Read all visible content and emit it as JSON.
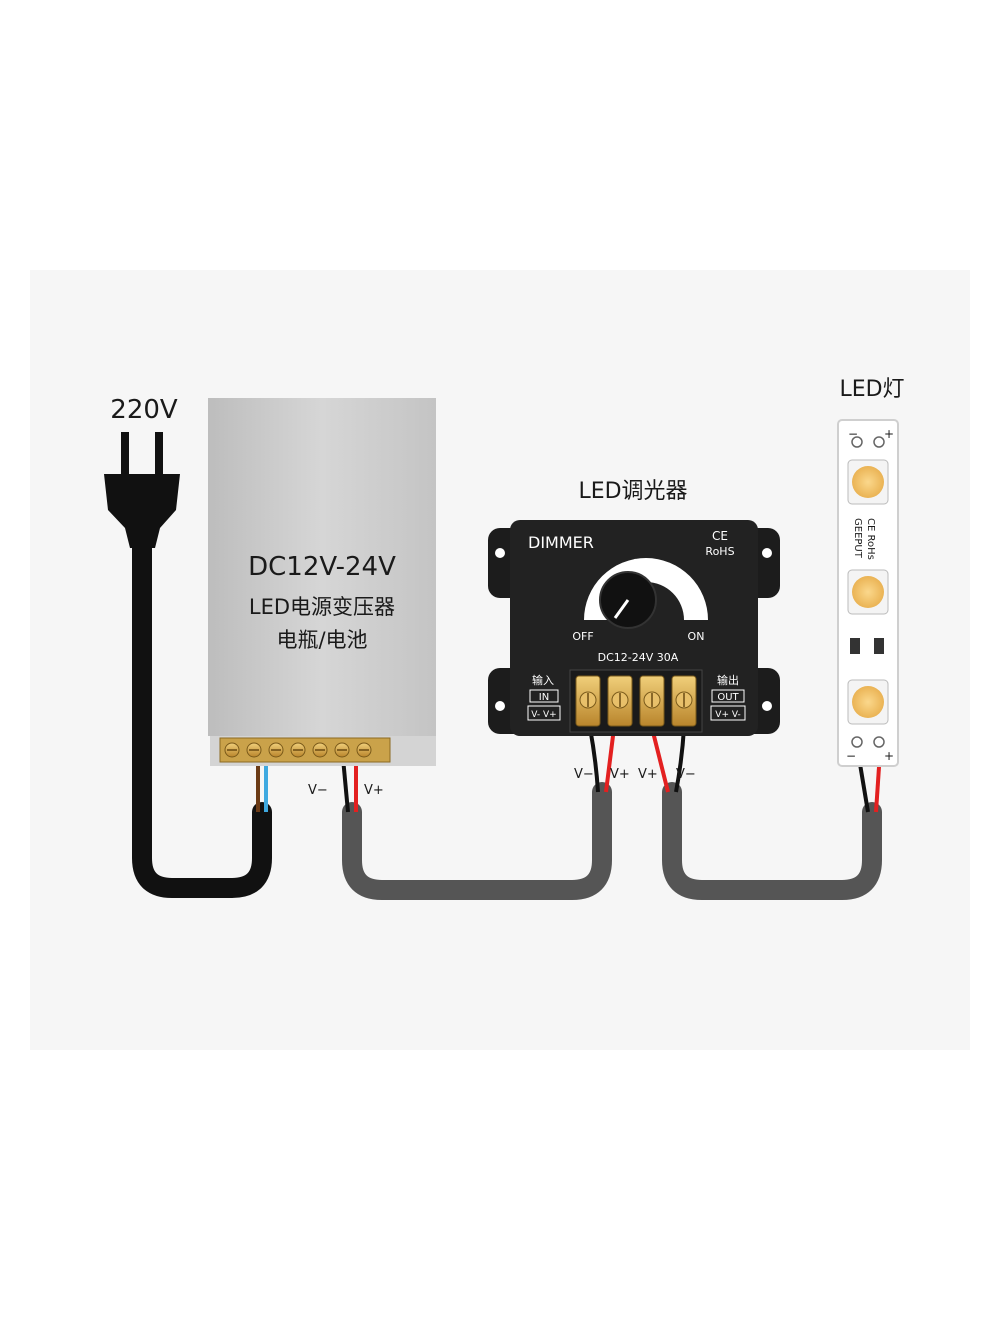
{
  "plug": {
    "voltage_label": "220V"
  },
  "power_supply": {
    "line1": "DC12V-24V",
    "line2": "LED电源变压器",
    "line3": "电瓶/电池",
    "out_minus": "V−",
    "out_plus": "V+"
  },
  "dimmer": {
    "caption": "LED调光器",
    "brand": "DIMMER",
    "cert_ce": "CE",
    "cert_rohs": "RoHS",
    "off_label": "OFF",
    "on_label": "ON",
    "rating": "DC12-24V  30A",
    "in_cn": "输入",
    "in_en": "IN",
    "in_pins": "V-  V+",
    "out_cn": "输出",
    "out_en": "OUT",
    "out_pins": "V+  V-",
    "wire_in_minus": "V−",
    "wire_in_plus": "V+",
    "wire_out_plus": "V+",
    "wire_out_minus": "V−"
  },
  "led_strip": {
    "caption": "LED灯",
    "print_line1": "CE RoHs",
    "print_line2": "GEEPUT",
    "top_minus": "−",
    "top_plus": "+",
    "bottom_minus": "−",
    "bottom_plus": "+"
  },
  "colors": {
    "panel_bg": "#f6f6f6",
    "cable_gray": "#555555",
    "cable_black": "#111111",
    "wire_red": "#e32020",
    "wire_blue": "#3fa9e0",
    "wire_brown": "#6b3b16",
    "psu_body": "#c9c9c9",
    "dimmer_body": "#1f1f1f",
    "terminal_brass": "#d9a84a",
    "led_chip": "#f5c66b"
  }
}
